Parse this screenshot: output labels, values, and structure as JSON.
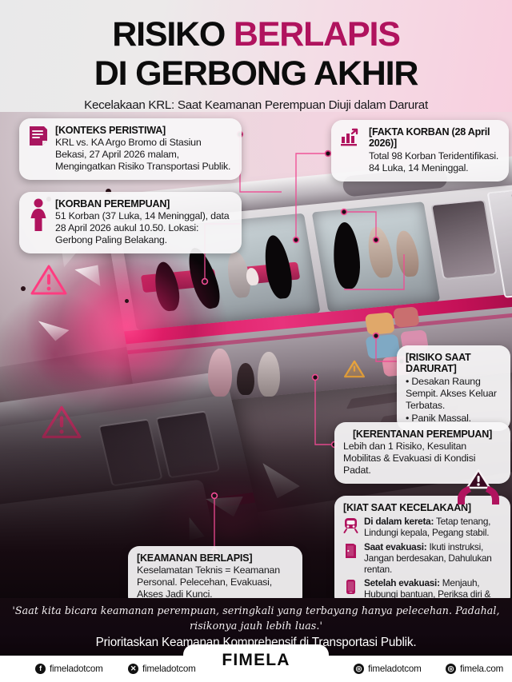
{
  "header": {
    "title_line1_plain": "RISIKO ",
    "title_line1_hl": "BERLAPIS",
    "title_line2": "DI GERBONG AKHIR",
    "subtitle": "Kecelakaan KRL: Saat Keamanan Perempuan Diuji dalam Darurat",
    "accent_color": "#b0135e"
  },
  "cards": {
    "konteks": {
      "icon": "document-icon",
      "heading": "[KONTEKS PERISTIWA]",
      "body": "KRL vs. KA Argo Bromo di Stasiun Bekasi, 27 April 2026 malam, Mengingatkan Risiko Transportasi Publik."
    },
    "korban_perempuan": {
      "icon": "woman-icon",
      "heading": "[KORBAN PEREMPUAN]",
      "body": "51 Korban (37 Luka, 14 Meninggal), data 28 April 2026 aukul 10.50. Lokasi: Gerbong Paling Belakang."
    },
    "fakta_korban": {
      "icon": "bar-chart-up-icon",
      "heading": "[FAKTA KORBAN (28 April 2026)]",
      "body": "Total 98 Korban Teridentifikasi. 84 Luka, 14 Meninggal."
    },
    "risiko_darurat": {
      "heading": "[RISIKO SAAT DARURAT]",
      "bullets": [
        "Desakan Raung Sempit. Akses Keluar Terbatas.",
        "Panik Massal."
      ]
    },
    "kerentanan": {
      "heading": "[KERENTANAN PEREMPUAN]",
      "body": "Lebih dan 1 Risiko, Kesulitan Mobilitas & Evakuasi di Kondisi Padat."
    },
    "keamanan_berlapis": {
      "heading": "[KEAMANAN BERLAPIS]",
      "body": "Keselamatan Teknis = Keamanan Personal. Pelecehan, Evakuasi, Akses Jadi Kunci."
    },
    "kiat": {
      "heading": "[KIAT SAAT KECELAKAAN]",
      "items": [
        {
          "icon": "train-icon",
          "label": "Di dalam kereta:",
          "text": " Tetap tenang, Lindungi kepala, Pegang stabil."
        },
        {
          "icon": "door-icon",
          "label": "Saat evakuasi:",
          "text": " Ikuti instruksi, Jangan berdesakan, Dahulukan rentan."
        },
        {
          "icon": "phone-icon",
          "label": "Setelah evakuasi:",
          "text": " Menjauh, Hubungi bantuan, Periksa diri &"
        }
      ]
    }
  },
  "footer_band": {
    "quote": "'Saat kita bicara keamanan perempuan, seringkali yang terbayang hanya pelecehan. Padahal, risikonya jauh lebih luas.'",
    "tagline": "Prioritaskan Keamanan Komprehensif di Transportasi Publik."
  },
  "footer": {
    "brand": "FIMELA",
    "socials": [
      {
        "icon": "facebook-icon",
        "glyph": "f",
        "handle": "fimeladotcom"
      },
      {
        "icon": "x-twitter-icon",
        "glyph": "✕",
        "handle": "fimeladotcom"
      },
      {
        "icon": "instagram-icon",
        "glyph": "◎",
        "handle": "fimeladotcom"
      },
      {
        "icon": "website-icon",
        "glyph": "◎",
        "handle": "fimela.com"
      }
    ]
  }
}
